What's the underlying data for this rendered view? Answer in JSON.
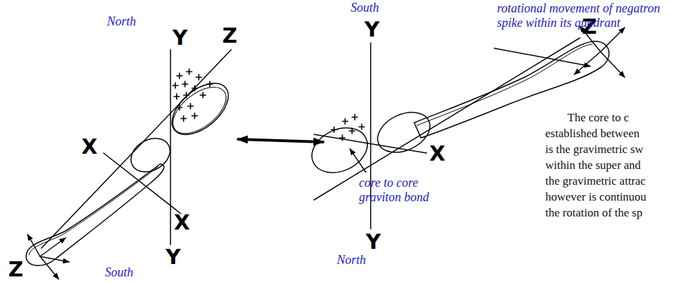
{
  "diagram": {
    "labels": [
      "South",
      "North",
      "Y",
      "Z",
      "Y",
      "Z",
      "rotational movement of negatron spike within its quadrant",
      "X",
      "X",
      "X",
      "core to core graviton bond",
      "Y",
      "Y",
      "North",
      "Z",
      "South",
      "The core to c",
      "established between",
      "is the gravimetric sw",
      "within the super and",
      "the gravimetric attrac",
      "however is continuou",
      "the rotation of the sp"
    ]
  }
}
